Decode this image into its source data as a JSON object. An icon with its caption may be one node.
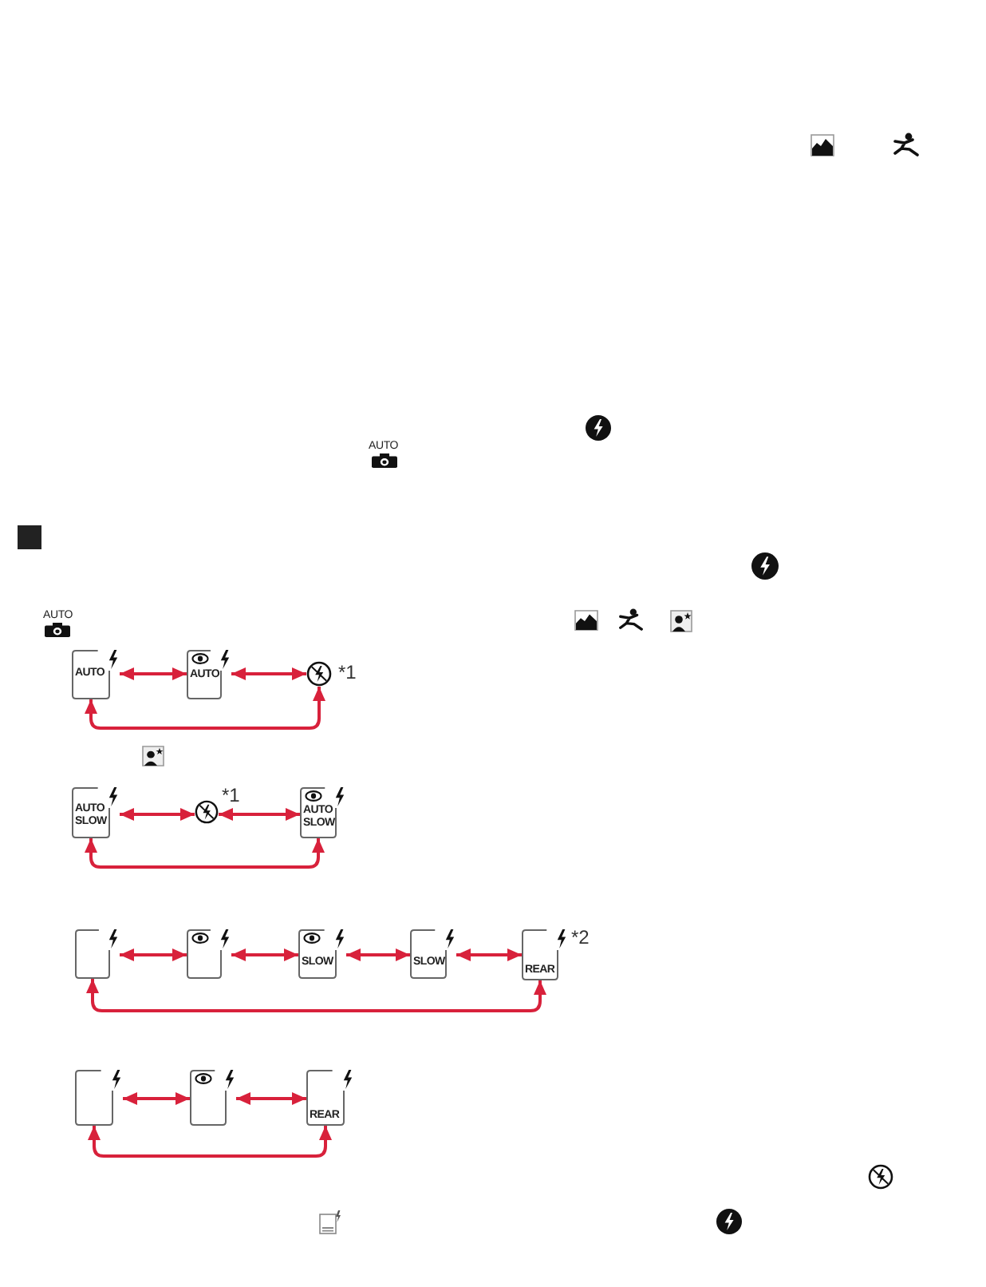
{
  "diagram": {
    "nodes": [
      {
        "text": [
          "AUTO"
        ]
      },
      {
        "text": [
          "AUTO"
        ]
      },
      {
        "text": [],
        "shape": "circle",
        "beside": [
          "*1"
        ]
      },
      {
        "text": [
          "AUTO SLOW"
        ]
      },
      {
        "text": [],
        "shape": "circle",
        "beside": [
          "*1"
        ]
      },
      {
        "text": [
          "AUTO SLOW"
        ]
      },
      {
        "text": [],
        "shape": "box"
      },
      {
        "text": [],
        "shape": "box"
      },
      {
        "text": [
          "SLOW"
        ]
      },
      {
        "text": [
          "SLOW"
        ]
      },
      {
        "text": [
          "REAR"
        ],
        "beside": [
          "*2"
        ]
      },
      {
        "text": [],
        "shape": "box"
      },
      {
        "text": [],
        "shape": "box"
      },
      {
        "text": [
          "REAR"
        ]
      }
    ],
    "edges": [
      {
        "from": 0,
        "to": 1,
        "arrow": "both"
      },
      {
        "from": 1,
        "to": 2,
        "arrow": "both"
      },
      {
        "from": 0,
        "to": 2,
        "arrow": "both"
      },
      {
        "from": 3,
        "to": 4,
        "arrow": "both"
      },
      {
        "from": 4,
        "to": 5,
        "arrow": "both"
      },
      {
        "from": 3,
        "to": 5,
        "arrow": "both"
      },
      {
        "from": 6,
        "to": 7,
        "arrow": "both"
      },
      {
        "from": 7,
        "to": 8,
        "arrow": "both"
      },
      {
        "from": 8,
        "to": 9,
        "arrow": "both"
      },
      {
        "from": 9,
        "to": 10,
        "arrow": "both"
      },
      {
        "from": 6,
        "to": 10,
        "arrow": "both"
      },
      {
        "from": 11,
        "to": 12,
        "arrow": "both"
      },
      {
        "from": 12,
        "to": 13,
        "arrow": "both"
      },
      {
        "from": 11,
        "to": 13,
        "arrow": "both"
      }
    ],
    "labels": [
      "AUTO",
      "AUTO"
    ]
  }
}
